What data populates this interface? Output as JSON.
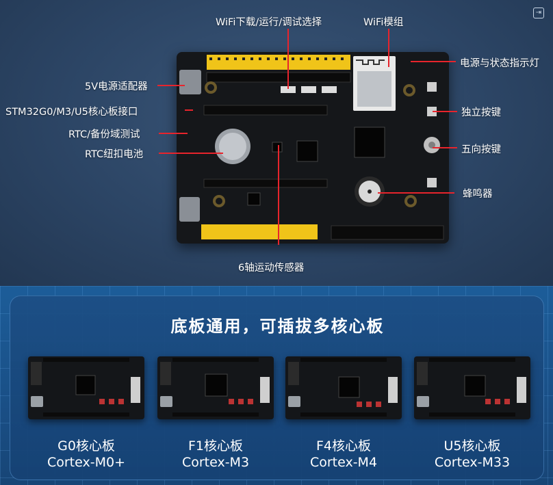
{
  "top": {
    "labels": {
      "wifi_select": "WiFi下载/运行/调试选择",
      "wifi_module": "WiFi模组",
      "power_status_led": "电源与状态指示灯",
      "adapter_5v": "5V电源适配器",
      "core_connector": "STM32G0/M3/U5核心板接口",
      "rtc_backup": "RTC/备份域测试",
      "rtc_battery": "RTC纽扣电池",
      "independent_keys": "独立按键",
      "five_way_key": "五向按键",
      "buzzer": "蜂鸣器",
      "imu_sensor": "6轴运动传感器"
    },
    "accent_color": "#e8242c"
  },
  "bottom": {
    "title": "底板通用，可插拔多核心板",
    "cores": [
      {
        "name": "G0核心板",
        "arch": "Cortex-M0+"
      },
      {
        "name": "F1核心板",
        "arch": "Cortex-M3"
      },
      {
        "name": "F4核心板",
        "arch": "Cortex-M4"
      },
      {
        "name": "U5核心板",
        "arch": "Cortex-M33"
      }
    ]
  }
}
